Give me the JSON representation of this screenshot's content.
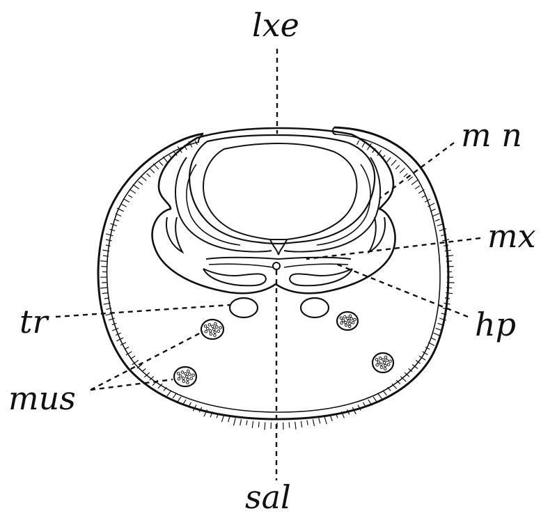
{
  "figure": {
    "labels": {
      "lxe": "lxe",
      "mn": "m n",
      "mx": "mx",
      "hp": "hp",
      "tr": "tr",
      "mus": "mus",
      "sal": "sal"
    },
    "colors": {
      "ink": "#111111",
      "paper": "#ffffff"
    }
  }
}
